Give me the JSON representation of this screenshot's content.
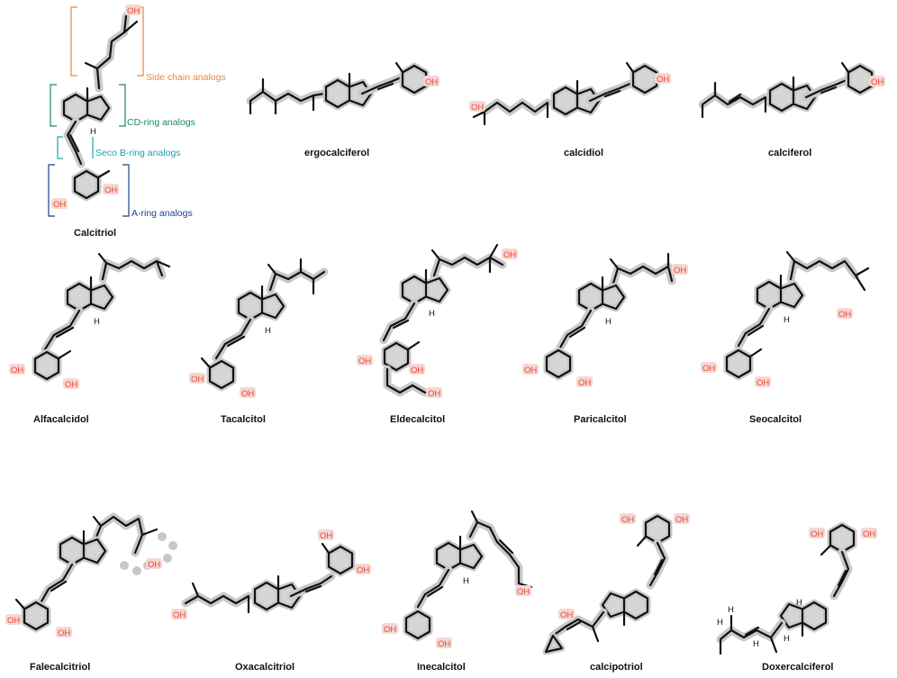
{
  "colors": {
    "side_chain": "#e8873a",
    "cd_ring": "#1a8a5a",
    "seco_b_ring": "#1aa3b0",
    "a_ring": "#1f3f8a",
    "hydroxyl": "#e84a3a",
    "highlight": "#c9c9c9"
  },
  "annotations": {
    "side_chain": "Side chain analogs",
    "cd_ring": "CD-ring analogs",
    "seco_b_ring": "Seco B-ring analogs",
    "a_ring": "A-ring analogs"
  },
  "atom_labels": {
    "hydroxyl": "OH",
    "hydrogen": "H"
  },
  "compounds": [
    {
      "name": "Calcitriol"
    },
    {
      "name": "ergocalciferol"
    },
    {
      "name": "calcidiol"
    },
    {
      "name": "calciferol"
    },
    {
      "name": "Alfacalcidol"
    },
    {
      "name": "Tacalcitol"
    },
    {
      "name": "Eldecalcitol"
    },
    {
      "name": "Paricalcitol"
    },
    {
      "name": "Seocalcitol"
    },
    {
      "name": "Falecalcitriol"
    },
    {
      "name": "Oxacalcitriol"
    },
    {
      "name": "Inecalcitol"
    },
    {
      "name": "calcipotriol"
    },
    {
      "name": "Doxercalciferol"
    }
  ]
}
